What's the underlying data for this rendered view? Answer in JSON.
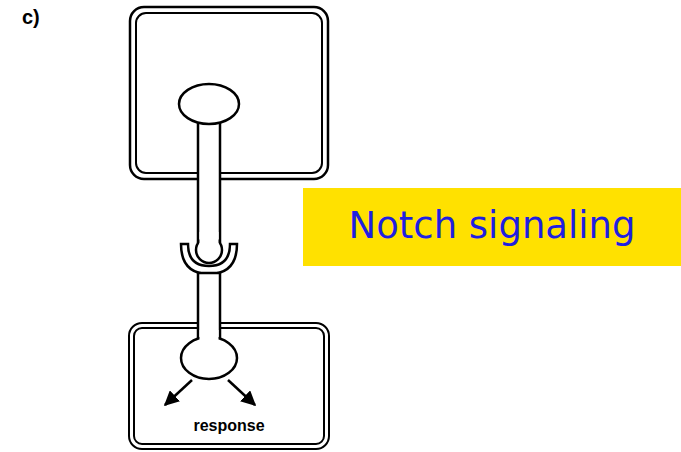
{
  "diagram": {
    "nodes": [
      {
        "text": [
          "Notch signaling"
        ]
      },
      {
        "text": [
          "response"
        ]
      }
    ],
    "labels": [
      "c)"
    ]
  }
}
